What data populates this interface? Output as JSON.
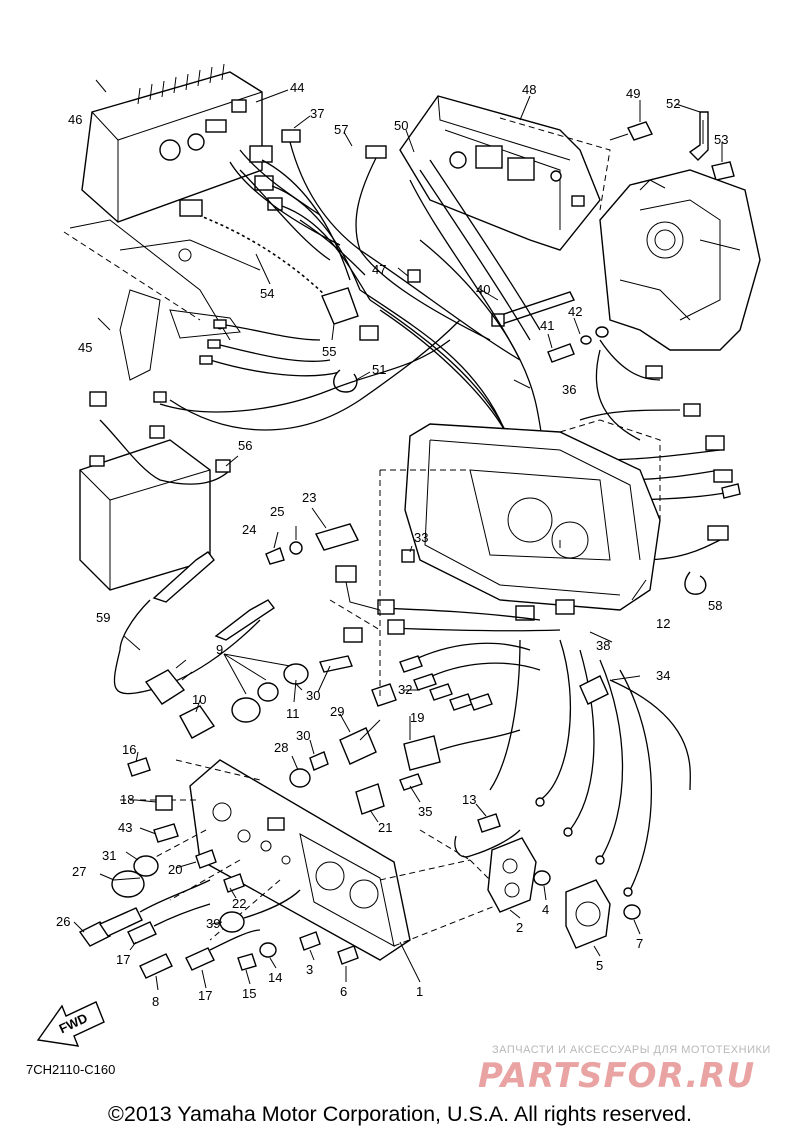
{
  "diagram": {
    "code": "7CH2110-C160",
    "fwd_label": "FWD",
    "callouts": [
      "1",
      "2",
      "3",
      "4",
      "5",
      "6",
      "7",
      "8",
      "9",
      "10",
      "11",
      "12",
      "13",
      "14",
      "15",
      "16",
      "17",
      "17",
      "18",
      "19",
      "20",
      "21",
      "22",
      "23",
      "24",
      "25",
      "26",
      "27",
      "28",
      "29",
      "30",
      "30",
      "31",
      "32",
      "33",
      "34",
      "35",
      "36",
      "37",
      "38",
      "39",
      "40",
      "41",
      "42",
      "43",
      "44",
      "45",
      "46",
      "47",
      "48",
      "49",
      "50",
      "51",
      "52",
      "53",
      "54",
      "55",
      "56",
      "57",
      "58",
      "59"
    ]
  },
  "watermark": {
    "tagline": "ЗАПЧАСТИ И АКСЕССУАРЫ ДЛЯ МОТОТЕХНИКИ",
    "logo": "PARTSFOR.RU"
  },
  "footer": {
    "copyright": "©2013 Yamaha Motor Corporation, U.S.A. All rights reserved."
  }
}
